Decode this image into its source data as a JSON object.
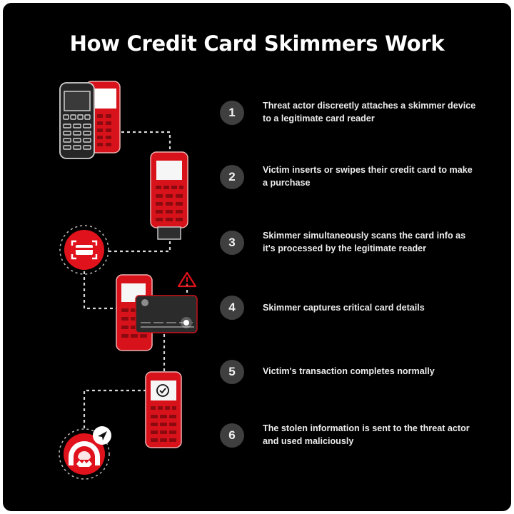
{
  "title": "How Credit Card Skimmers Work",
  "colors": {
    "background": "#000000",
    "accent_red": "#e0121c",
    "badge_gray": "#3f3f3f",
    "text": "#ececec"
  },
  "steps": [
    {
      "number": "1",
      "text": "Threat actor discreetly attaches a skimmer device to a legitimate card reader"
    },
    {
      "number": "2",
      "text": "Victim inserts or swipes their credit card to make a purchase"
    },
    {
      "number": "3",
      "text": "Skimmer simultaneously scans the card info as it's processed by the legitimate reader"
    },
    {
      "number": "4",
      "text": "Skimmer captures critical card details"
    },
    {
      "number": "5",
      "text": "Victim's transaction completes normally"
    },
    {
      "number": "6",
      "text": "The stolen information is sent to the threat actor and used maliciously"
    }
  ],
  "illustrations": [
    {
      "step": "1",
      "icon": "skimmer-overlay-card-reader-icon"
    },
    {
      "step": "2",
      "icon": "card-reader-with-inserted-card-icon"
    },
    {
      "step": "3",
      "icon": "card-scan-icon"
    },
    {
      "step": "4",
      "icon": "card-captured-warning-icon"
    },
    {
      "step": "5",
      "icon": "card-reader-checkmark-icon"
    },
    {
      "step": "6",
      "icon": "hacker-send-icon"
    }
  ]
}
